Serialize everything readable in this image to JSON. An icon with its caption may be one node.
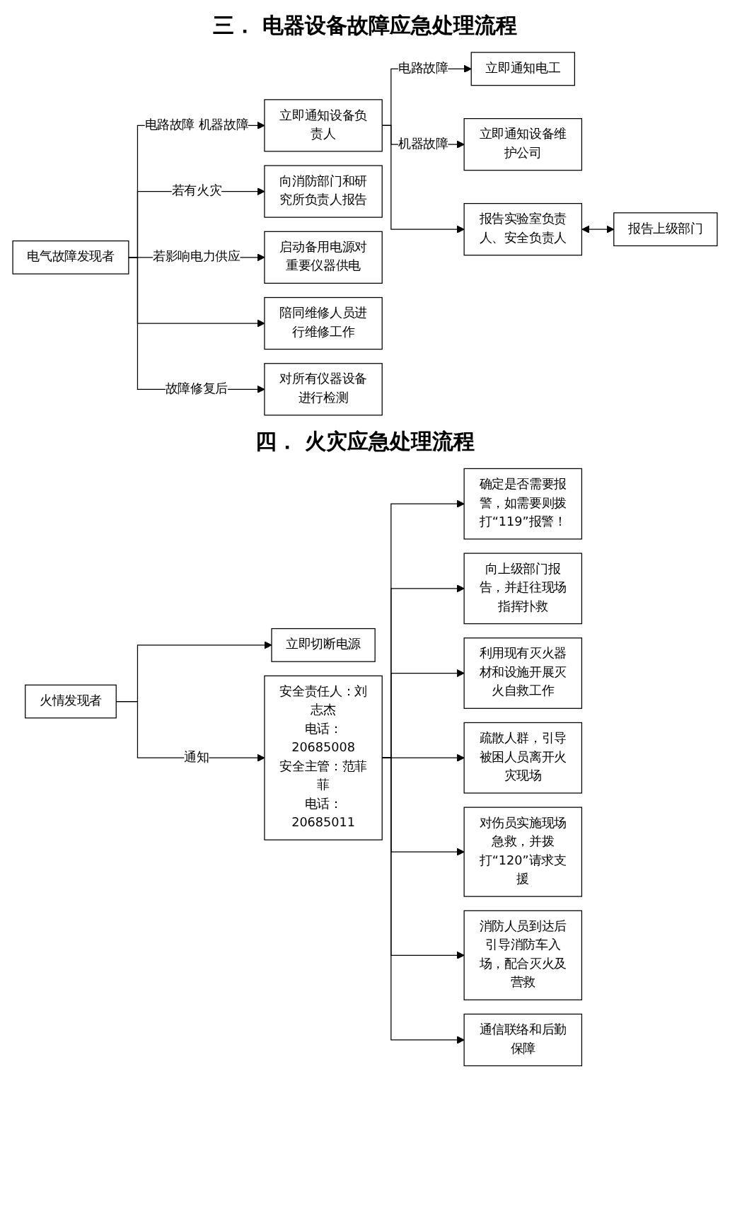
{
  "diagram": {
    "title": "三． 电器设备故障应急处理流程",
    "nodes": [
      {
        "text": [
          "电气故障发现者"
        ]
      },
      {
        "text": [
          "立即通知设备负责人"
        ]
      },
      {
        "text": [
          "立即通知电工"
        ]
      },
      {
        "text": [
          "立即通知设备维护公司"
        ]
      },
      {
        "text": [
          "报告实验室负责人、安全负责人"
        ]
      },
      {
        "text": [
          "报告上级部门"
        ]
      },
      {
        "text": [
          "向消防部门和研究所负责人报告"
        ]
      },
      {
        "text": [
          "启动备用电源对重要仪器供电"
        ]
      },
      {
        "text": [
          "陪同维修人员进行维修工作"
        ]
      },
      {
        "text": [
          "对所有仪器设备进行检测"
        ]
      },
      {
        "text": [
          "火情发现者"
        ]
      },
      {
        "text": [
          "立即切断电源"
        ]
      },
      {
        "text": [
          "安全责任人：刘志杰",
          "电话：20685008",
          "安全主管：范菲菲",
          "电话：20685011"
        ]
      },
      {
        "text": [
          "确定是否需要报警，如需要则拨打“119”报警！"
        ]
      },
      {
        "text": [
          "向上级部门报告，并赶往现场指挥扑救"
        ]
      },
      {
        "text": [
          "利用现有灭火器材和设施开展灭火自救工作"
        ]
      },
      {
        "text": [
          "疏散人群，引导被困人员离开火灾现场"
        ]
      },
      {
        "text": [
          "对伤员实施现场急救，并拨打“120”请求支援"
        ]
      },
      {
        "text": [
          "消防人员到达后引导消防车入场，配合灭火及营救"
        ]
      },
      {
        "text": [
          "通信联络和后勤保障"
        ]
      }
    ],
    "edges": [
      {
        "from": 0,
        "to": 1,
        "arrow": "to",
        "label": "电路故障 机器故障"
      },
      {
        "from": 1,
        "to": 2,
        "arrow": "to",
        "label": "电路故障"
      },
      {
        "from": 1,
        "to": 3,
        "arrow": "to",
        "label": "机器故障"
      },
      {
        "from": 1,
        "to": 4,
        "arrow": "to"
      },
      {
        "from": 4,
        "to": 5,
        "arrow": "both"
      },
      {
        "from": 0,
        "to": 6,
        "arrow": "to",
        "label": "若有火灾"
      },
      {
        "from": 0,
        "to": 7,
        "arrow": "to",
        "label": "若影响电力供应"
      },
      {
        "from": 0,
        "to": 8,
        "arrow": "to"
      },
      {
        "from": 0,
        "to": 9,
        "arrow": "to",
        "label": "故障修复后"
      },
      {
        "from": 10,
        "to": 11,
        "arrow": "to"
      },
      {
        "from": 10,
        "to": 12,
        "arrow": "to",
        "label": "通知"
      },
      {
        "from": 12,
        "to": 13,
        "arrow": "to"
      },
      {
        "from": 12,
        "to": 14,
        "arrow": "to"
      },
      {
        "from": 12,
        "to": 15,
        "arrow": "to"
      },
      {
        "from": 12,
        "to": 16,
        "arrow": "to"
      },
      {
        "from": 12,
        "to": 17,
        "arrow": "to"
      },
      {
        "from": 12,
        "to": 18,
        "arrow": "to"
      },
      {
        "from": 12,
        "to": 19,
        "arrow": "to"
      }
    ],
    "labels": [
      "四． 火灾应急处理流程"
    ]
  }
}
